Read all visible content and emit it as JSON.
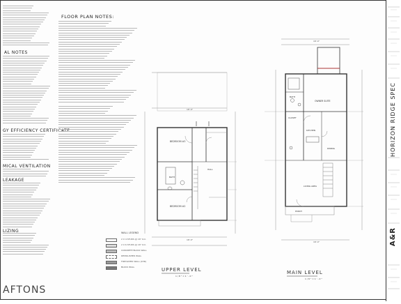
{
  "sheet": {
    "left_notes": {
      "sections": [
        {
          "heading": "AL NOTES"
        },
        {
          "heading": "GY EFFICIENCY CERTIFICATE"
        },
        {
          "heading": "MICAL VENTILATION"
        },
        {
          "heading": "LEAKAGE"
        },
        {
          "heading": "LIZING"
        }
      ]
    },
    "floor_plan_notes": {
      "heading": "FLOOR PLAN NOTES:"
    },
    "legend": {
      "heading": "WALL LEGEND",
      "items": [
        "2 X 4 STUDS @ 16\" O.C.",
        "2 X 6 STUDS @ 16\" O.C.",
        "CONCRETE BLOCK WALL",
        "DEMOLISHED WALL",
        "FIRE RATED WALL (1HR)",
        "BLOCK WALL"
      ]
    },
    "plans": {
      "upper_level": {
        "label": "UPPER LEVEL",
        "scale": "1/8\"=1'-0\"",
        "rooms": [
          "BEDROOM #3",
          "BEDROOM #2",
          "BATH",
          "HALL"
        ]
      },
      "main_level": {
        "label": "MAIN LEVEL",
        "scale": "1/8\"=1'-0\"",
        "rooms": [
          "OWNER SUITE",
          "BATH",
          "KITCHEN",
          "DINING",
          "LIVING AREA",
          "CLOSET",
          "PORCH"
        ]
      }
    },
    "title_block": {
      "project": "HORIZON RIDGE SPEC",
      "firm": "A&R"
    },
    "bottom_logo": "AFTONS"
  }
}
